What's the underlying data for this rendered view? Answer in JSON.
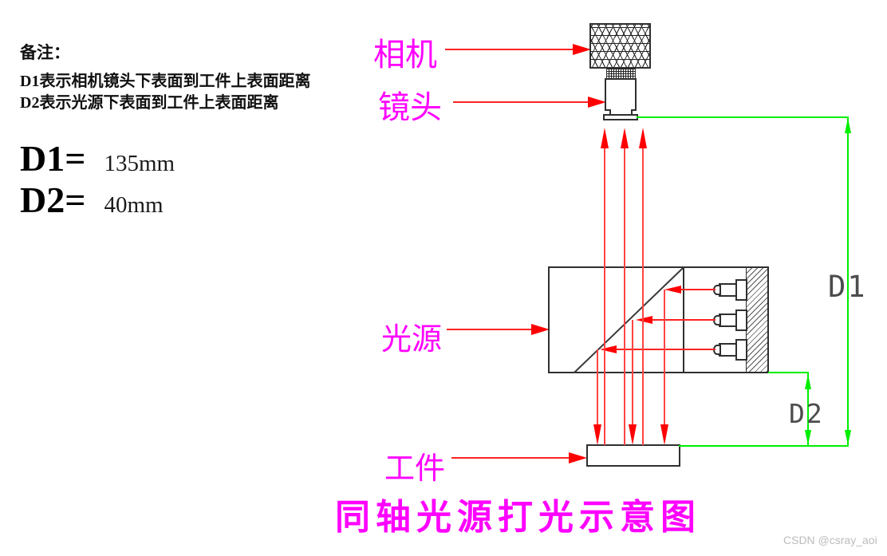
{
  "notes": {
    "heading": "备注：",
    "line1": "D1表示相机镜头下表面到工件上表面距离",
    "line2": "D2表示光源下表面到工件上表面距离"
  },
  "measurements": {
    "d1_label": "D1=",
    "d1_value": "135mm",
    "d2_label": "D2=",
    "d2_value": "40mm"
  },
  "labels": {
    "camera": "相机",
    "lens": "镜头",
    "light_source": "光源",
    "workpiece": "工件"
  },
  "dimension_labels": {
    "d1": "D1",
    "d2": "D2"
  },
  "title": "同轴光源打光示意图",
  "watermark": "CSDN @csray_aoi",
  "colors": {
    "label_magenta": "#ff00ff",
    "beam_red": "#ff0000",
    "dimension_green": "#00ee00",
    "drawing_line": "#2f2f2f",
    "cad_text": "#4d4d4d",
    "watermark_gray": "#bcbcbc"
  }
}
